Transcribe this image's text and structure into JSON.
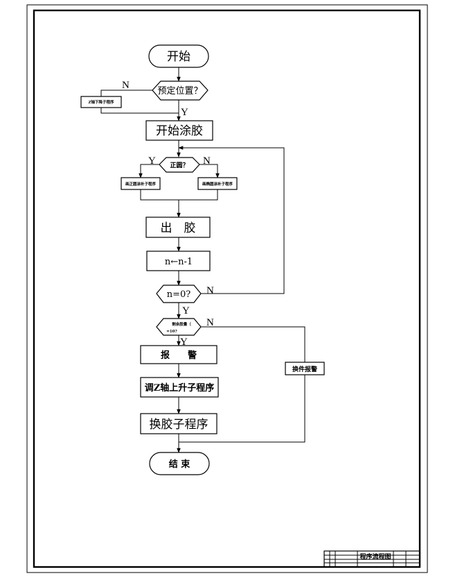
{
  "flowchart": {
    "start": "开始",
    "preset_position": "预定位置？",
    "z_down": "Z轴下降子程序",
    "start_glue": "开始涂胶",
    "is_circle": "正圆？",
    "circle_sub": "画正圆涂补子程序",
    "ellipse_sub": "画椭圆涂补子程序",
    "dispense": "出　胶",
    "counter": "n←n-1",
    "n_zero": "n=0?",
    "remaining_glue": "剩余胶量（",
    "remaining_glue_2": "=10?",
    "alarm": "报　　警",
    "z_up": "调Z轴上升子程序",
    "change_glue": "换胶子程序",
    "part_alarm": "换件报警",
    "end": "结 束"
  },
  "branch_labels": {
    "yes": "Y",
    "no": "N"
  },
  "title_block": {
    "drawing_name": "程序流程图"
  }
}
